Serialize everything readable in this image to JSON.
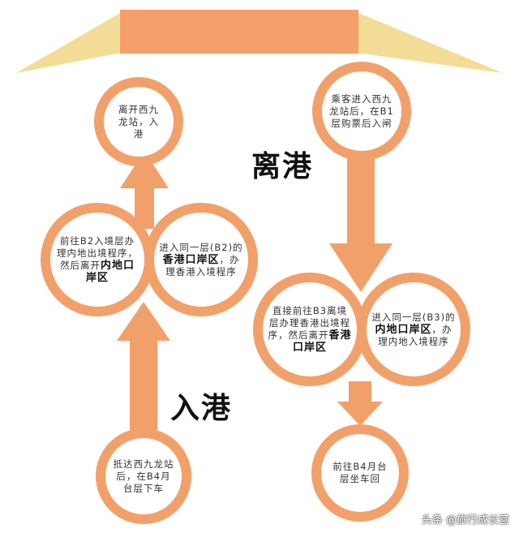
{
  "colors": {
    "arrow": "#f2a06a",
    "ring": "#f2a06a",
    "banner": "#f5a06a",
    "banner_side": "#f3dd96"
  },
  "titles": {
    "departure": "离港",
    "arrival": "入港"
  },
  "departure_steps": {
    "step1": "乘客进入西九龙站后，在B1层购票后入闸",
    "step2_pre": "直接前往B3离境层办理香港出境程序，然后离开",
    "step2_bold": "香港口岸区",
    "step3_pre": "进入同一层(B3)的",
    "step3_bold": "内地口岸区",
    "step3_post": "，办理内地入境程序",
    "step4": "前往B4月台层坐车回"
  },
  "arrival_steps": {
    "step1": "抵达西九龙站后，在B4月台层下车",
    "step2_pre": "进入同一层(B2)的",
    "step2_bold": "香港口岸区",
    "step2_post": "，办理香港入境程序",
    "step3_pre": "前往B2入境层办理内地出境程序，然后离开",
    "step3_bold": "内地口岸区",
    "step4": "离开西九龙站，入港"
  },
  "watermark": "头条 @旅行成长营"
}
